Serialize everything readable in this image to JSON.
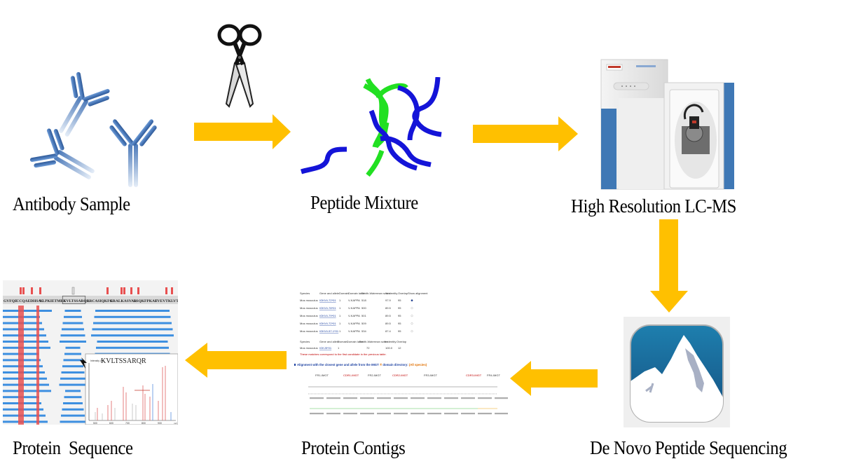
{
  "diagram": {
    "title": "Antibody de novo sequencing workflow",
    "arrow_color": "#FFC000",
    "steps": [
      {
        "id": "antibody-sample",
        "label": "Antibody Sample"
      },
      {
        "id": "peptide-mixture",
        "label": "Peptide Mixture"
      },
      {
        "id": "lc-ms",
        "label": "High Resolution LC-MS"
      },
      {
        "id": "de-novo",
        "label": "De Novo Peptide Sequencing"
      },
      {
        "id": "protein-contigs",
        "label": "Protein Contigs"
      },
      {
        "id": "protein-sequence",
        "label": "Protein  Sequence"
      }
    ],
    "flow": [
      {
        "from": "antibody-sample",
        "to": "peptide-mixture",
        "direction": "right",
        "annotation_icon": "scissors-icon"
      },
      {
        "from": "peptide-mixture",
        "to": "lc-ms",
        "direction": "right"
      },
      {
        "from": "lc-ms",
        "to": "de-novo",
        "direction": "down"
      },
      {
        "from": "de-novo",
        "to": "protein-contigs",
        "direction": "left"
      },
      {
        "from": "protein-contigs",
        "to": "protein-sequence",
        "direction": "left"
      }
    ],
    "colors": {
      "antibody_blue": "#4a78b8",
      "peptide_blue": "#1414d8",
      "peptide_green": "#22e022",
      "instrument_blue": "#3f78b5",
      "app_icon_blue": "#1a6a9a",
      "coverage_bar": "#3d8fe0",
      "mod_red": "#e85050"
    }
  },
  "protein_sequence_panel": {
    "sequence_blocks": [
      "GVFQE",
      "CCQAEDHSAC",
      "LLPKIETMRE",
      "KVLTSSARQR",
      "LRCASIQKFG",
      "ERALKASVAR",
      "LSQKFPKAE",
      "FVEVTKLVTD"
    ],
    "highlight_block": "KVLTSSARQR",
    "spectrum": {
      "peptide": "KVLTSSARQR",
      "ylabel": "Intensity (%)",
      "xticks": [
        "500",
        "600",
        "700",
        "800",
        "900"
      ],
      "xlabel": "m/z"
    }
  },
  "contigs_panel": {
    "table1_headers": [
      "Species",
      "Gene and allele",
      "Domain",
      "Domain label",
      "Smith-Waterman score",
      "% identity",
      "Overlap",
      "Show alignment"
    ],
    "table1_rows": [
      [
        "Mus musculus",
        "IGKV4-72*01",
        "1",
        "V-KAPPA",
        "518",
        "97.9",
        "95"
      ],
      [
        "Mus musculus",
        "IGKV4-78*01",
        "1",
        "V-KAPPA",
        "500",
        "89.5",
        "95"
      ],
      [
        "Mus musculus",
        "IGKV4-79*01",
        "1",
        "V-KAPPA",
        "501",
        "89.5",
        "95"
      ],
      [
        "Mus musculus",
        "IGKV4-72*01",
        "1",
        "V-KAPPA",
        "509",
        "89.5",
        "95"
      ],
      [
        "Mus musculus",
        "IGKV4-57-1*01",
        "1",
        "V-KAPPA",
        "534",
        "87.4",
        "95"
      ]
    ],
    "table2_headers": [
      "Species",
      "Gene and allele",
      "Domain",
      "Domain label",
      "Smith-Waterman score",
      "% identity",
      "Overlap"
    ],
    "table2_rows": [
      [
        "Mus musculus",
        "IGKJ5*01",
        "1",
        "",
        "72",
        "100.0",
        "12"
      ]
    ],
    "table_note": "These matches correspond to the first candidate in the previous table.",
    "alignment_heading": "Alignment with the closest gene and allele from the IMGT",
    "alignment_heading_suffix": "domain directory:",
    "alignment_heading_tag": "(All species)",
    "regions": [
      "FR1-IMGT",
      "CDR1-IMGT",
      "FR2-IMGT",
      "CDR2-IMGT",
      "FR3-IMGT",
      "CDR3-IMGT",
      "FR4-IMGT"
    ]
  }
}
